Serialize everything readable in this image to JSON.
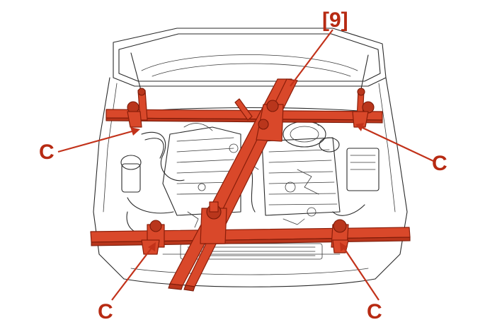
{
  "figure": {
    "reference_label": "[9]",
    "callouts": [
      "C",
      "C",
      "C",
      "C"
    ],
    "colors": {
      "tool_fill": "#d9482a",
      "tool_stroke": "#8a1e0a",
      "callout_text": "#b72a12",
      "line_art": "#2a2a2a"
    }
  }
}
